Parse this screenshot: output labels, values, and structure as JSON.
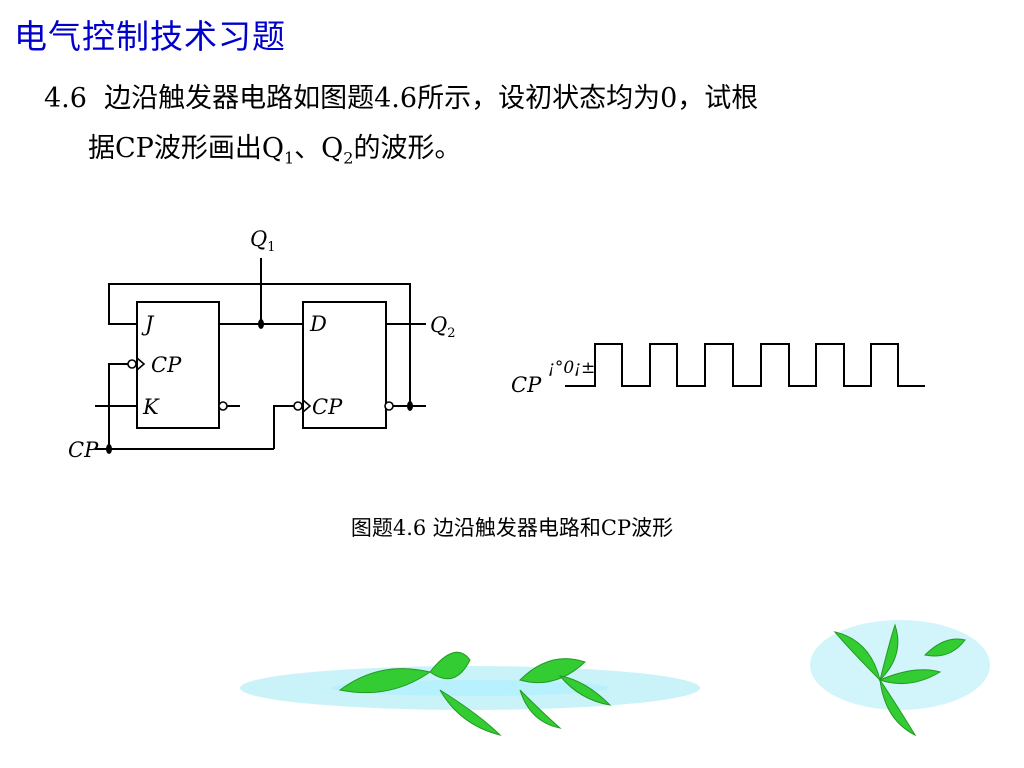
{
  "slide": {
    "title": "电气控制技术习题"
  },
  "problem": {
    "number": "4.6",
    "line1": "边沿触发器电路如图题4.6所示，设初状态均为0，试根",
    "line2_prefix": "据CP波形画出Q",
    "q1_sub": "1",
    "sep": "、Q",
    "q2_sub": "2",
    "line2_suffix": "的波形。"
  },
  "circuit": {
    "labels": {
      "q1": "Q",
      "q1_sub": "1",
      "q2": "Q",
      "q2_sub": "2",
      "j": "J",
      "cp1": "CP",
      "k": "K",
      "d": "D",
      "cp2": "CP",
      "cp_input": "CP"
    }
  },
  "waveform": {
    "label": "CP",
    "garbled_text": "¡°0¡±"
  },
  "caption": {
    "text": "图题4.6  边沿触发器电路和CP波形"
  },
  "colors": {
    "title": "#0000cc",
    "leaf_green": "#33cc33",
    "leaf_glow": "#66ddee"
  },
  "decoration": {
    "leaves_icon": "leaves-decoration-icon"
  }
}
